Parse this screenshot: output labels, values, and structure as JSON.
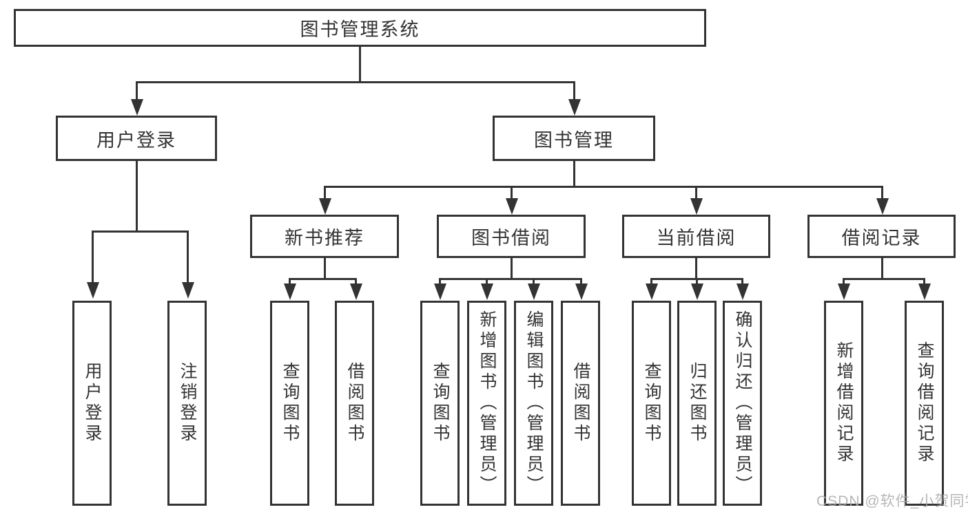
{
  "diagram": {
    "title": "图书管理系统",
    "root": {
      "label": "图书管理系统"
    },
    "level2": [
      {
        "label": "用户登录"
      },
      {
        "label": "图书管理"
      }
    ],
    "level3": [
      {
        "label": "新书推荐"
      },
      {
        "label": "图书借阅"
      },
      {
        "label": "当前借阅"
      },
      {
        "label": "借阅记录"
      }
    ],
    "leaves": [
      "用户登录",
      "注销登录",
      "查询图书",
      "借阅图书",
      "查询图书",
      "新增图书（管理员）",
      "编辑图书（管理员）",
      "借阅图书",
      "查询图书",
      "归还图书",
      "确认归还（管理员）",
      "新增借阅记录",
      "查询借阅记录"
    ],
    "colors": {
      "line": "#333333",
      "text": "#333333",
      "background": "#ffffff",
      "watermark": "#aaaaaa"
    }
  },
  "watermark": {
    "text": "CSDN @软件_小贺同学"
  }
}
